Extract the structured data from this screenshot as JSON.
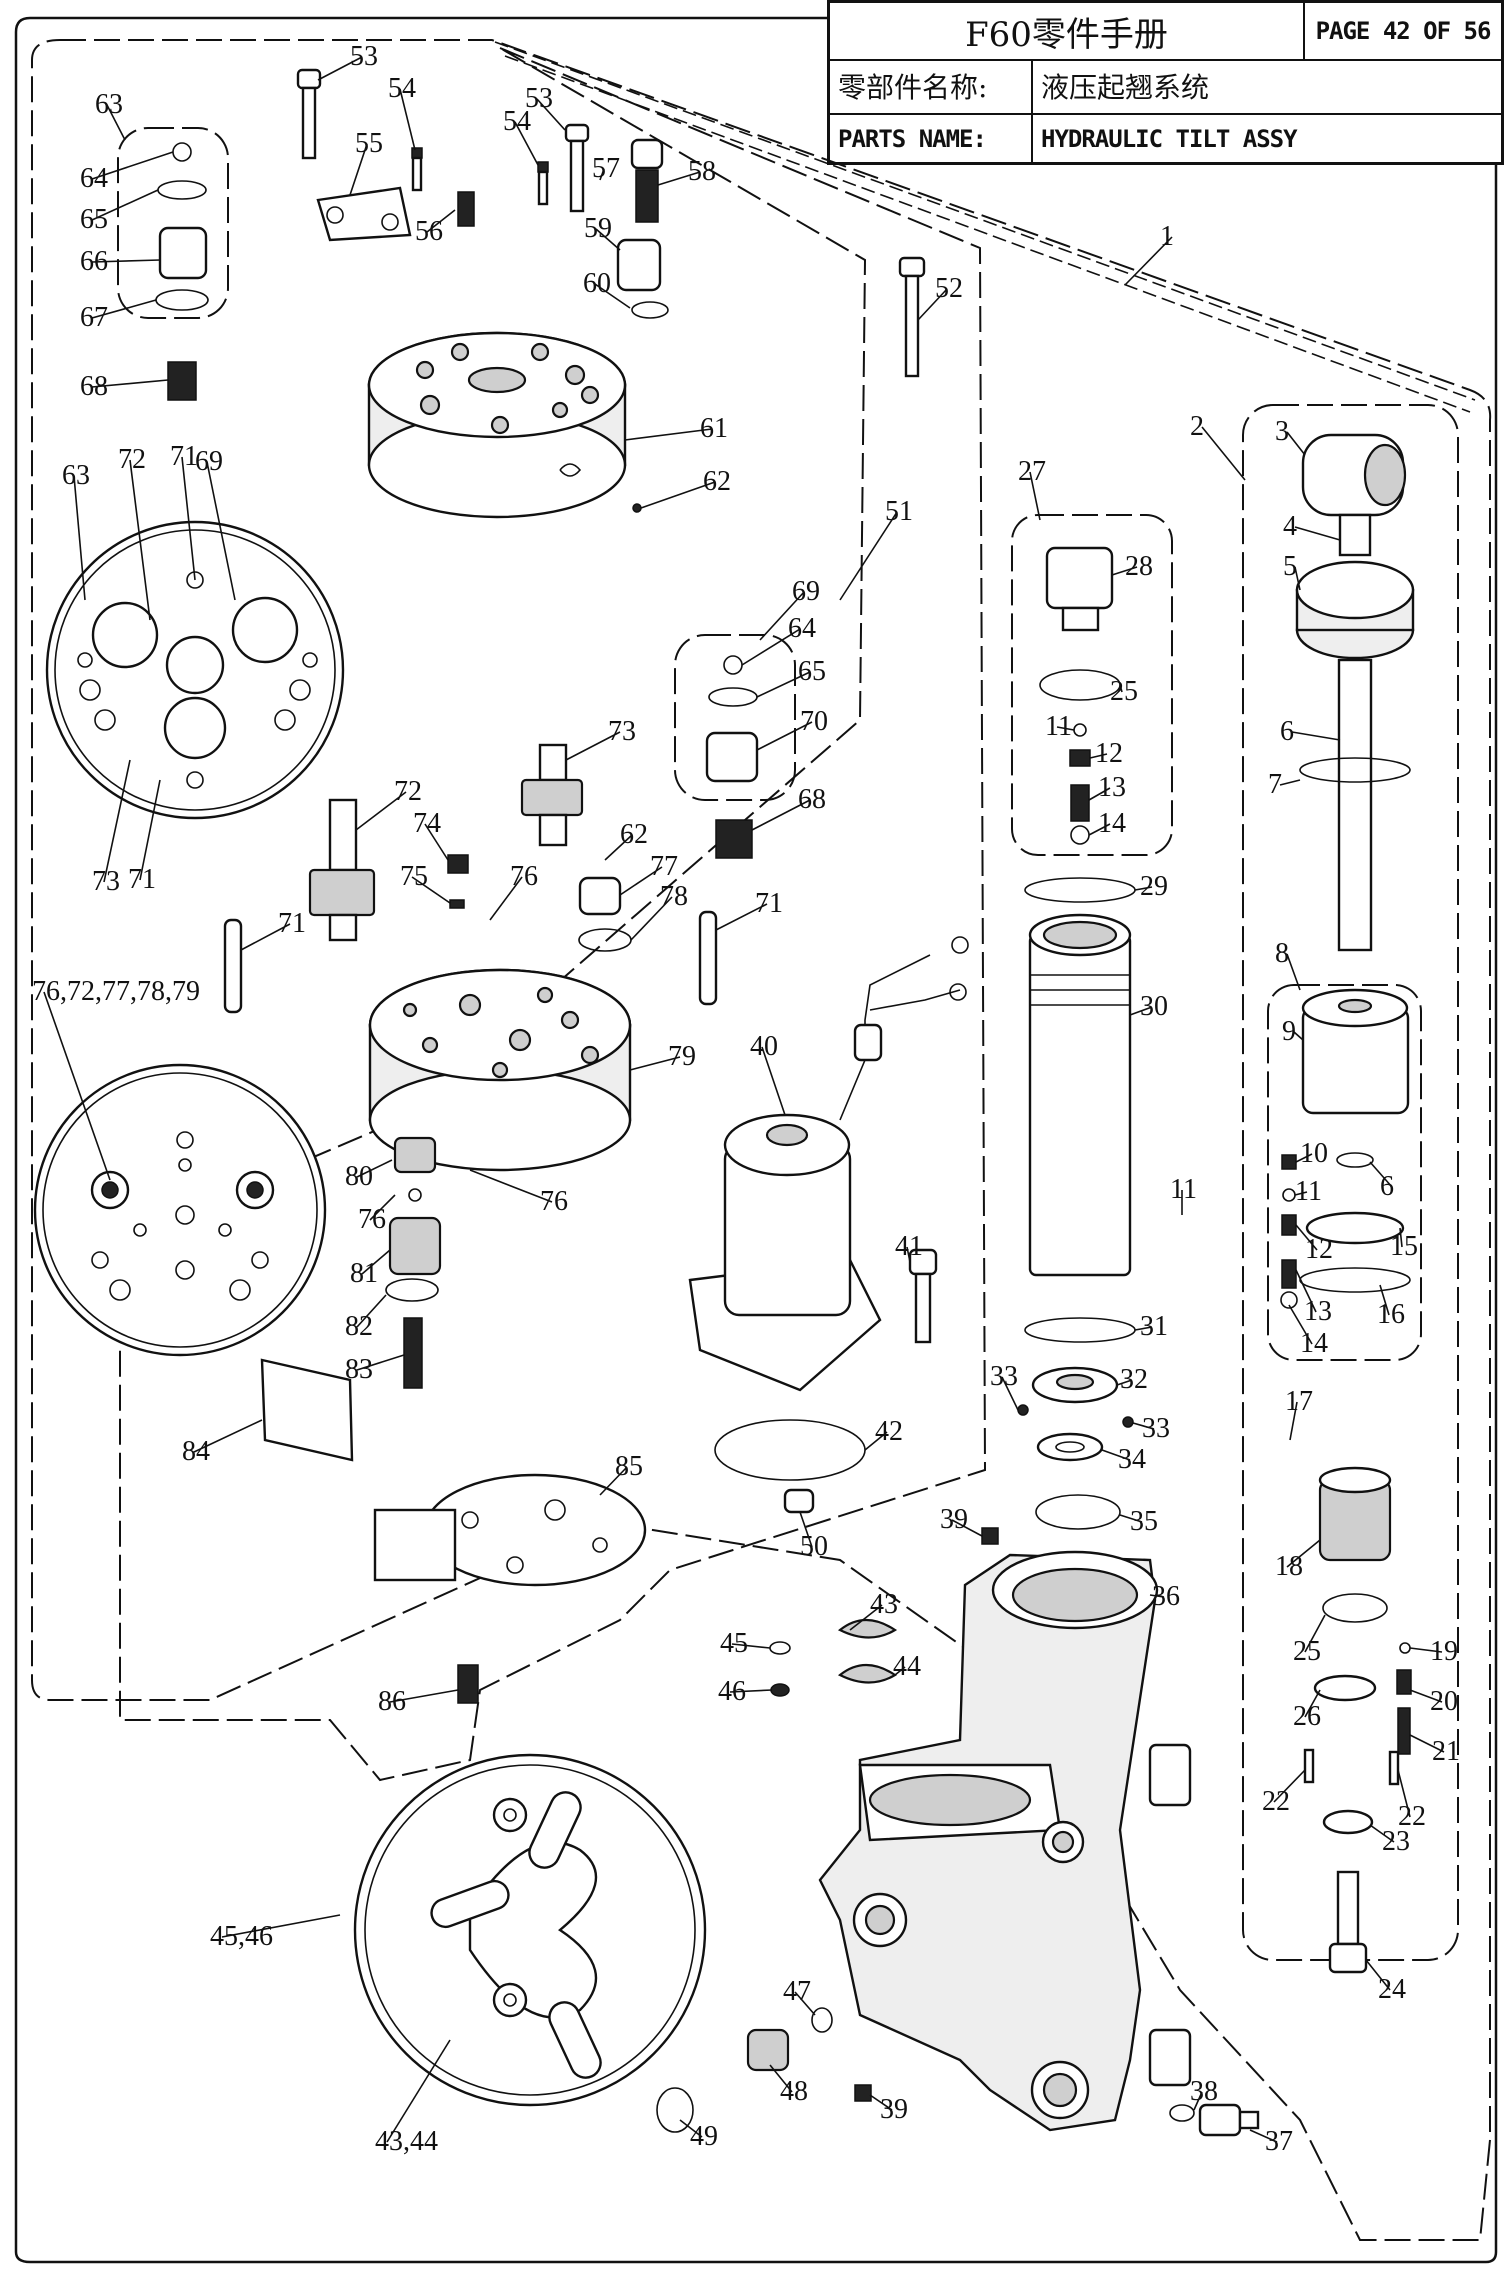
{
  "title_block": {
    "title": "F60零件手册",
    "page": "PAGE 42 OF 56",
    "name_label_cn": "零部件名称:",
    "name_value_cn": "液压起翘系统",
    "name_label_en": "PARTS NAME:",
    "name_value_en": "HYDRAULIC TILT ASSY"
  },
  "callouts": [
    {
      "id": "c1",
      "label": "1"
    },
    {
      "id": "c2",
      "label": "2"
    },
    {
      "id": "c3",
      "label": "3"
    },
    {
      "id": "c4",
      "label": "4"
    },
    {
      "id": "c5",
      "label": "5"
    },
    {
      "id": "c6a",
      "label": "6"
    },
    {
      "id": "c6b",
      "label": "6"
    },
    {
      "id": "c7",
      "label": "7"
    },
    {
      "id": "c8",
      "label": "8"
    },
    {
      "id": "c9",
      "label": "9"
    },
    {
      "id": "c10",
      "label": "10"
    },
    {
      "id": "c11a",
      "label": "11"
    },
    {
      "id": "c11b",
      "label": "11"
    },
    {
      "id": "c11c",
      "label": "11"
    },
    {
      "id": "c12a",
      "label": "12"
    },
    {
      "id": "c12b",
      "label": "12"
    },
    {
      "id": "c13a",
      "label": "13"
    },
    {
      "id": "c13b",
      "label": "13"
    },
    {
      "id": "c14a",
      "label": "14"
    },
    {
      "id": "c14b",
      "label": "14"
    },
    {
      "id": "c15",
      "label": "15"
    },
    {
      "id": "c16",
      "label": "16"
    },
    {
      "id": "c17",
      "label": "17"
    },
    {
      "id": "c18",
      "label": "18"
    },
    {
      "id": "c19",
      "label": "19"
    },
    {
      "id": "c20",
      "label": "20"
    },
    {
      "id": "c21",
      "label": "21"
    },
    {
      "id": "c22a",
      "label": "22"
    },
    {
      "id": "c22b",
      "label": "22"
    },
    {
      "id": "c23",
      "label": "23"
    },
    {
      "id": "c24",
      "label": "24"
    },
    {
      "id": "c25a",
      "label": "25"
    },
    {
      "id": "c25b",
      "label": "25"
    },
    {
      "id": "c26",
      "label": "26"
    },
    {
      "id": "c27",
      "label": "27"
    },
    {
      "id": "c28",
      "label": "28"
    },
    {
      "id": "c29",
      "label": "29"
    },
    {
      "id": "c30",
      "label": "30"
    },
    {
      "id": "c31",
      "label": "31"
    },
    {
      "id": "c32",
      "label": "32"
    },
    {
      "id": "c33a",
      "label": "33"
    },
    {
      "id": "c33b",
      "label": "33"
    },
    {
      "id": "c34",
      "label": "34"
    },
    {
      "id": "c35",
      "label": "35"
    },
    {
      "id": "c36",
      "label": "36"
    },
    {
      "id": "c37",
      "label": "37"
    },
    {
      "id": "c38",
      "label": "38"
    },
    {
      "id": "c39a",
      "label": "39"
    },
    {
      "id": "c39b",
      "label": "39"
    },
    {
      "id": "c40",
      "label": "40"
    },
    {
      "id": "c41",
      "label": "41"
    },
    {
      "id": "c42",
      "label": "42"
    },
    {
      "id": "c43",
      "label": "43"
    },
    {
      "id": "c44",
      "label": "44"
    },
    {
      "id": "c45",
      "label": "45"
    },
    {
      "id": "c46",
      "label": "46"
    },
    {
      "id": "c47",
      "label": "47"
    },
    {
      "id": "c48",
      "label": "48"
    },
    {
      "id": "c49",
      "label": "49"
    },
    {
      "id": "c50",
      "label": "50"
    },
    {
      "id": "c51",
      "label": "51"
    },
    {
      "id": "c52",
      "label": "52"
    },
    {
      "id": "c53a",
      "label": "53"
    },
    {
      "id": "c53b",
      "label": "53"
    },
    {
      "id": "c54a",
      "label": "54"
    },
    {
      "id": "c54b",
      "label": "54"
    },
    {
      "id": "c55",
      "label": "55"
    },
    {
      "id": "c56",
      "label": "56"
    },
    {
      "id": "c57",
      "label": "57"
    },
    {
      "id": "c58",
      "label": "58"
    },
    {
      "id": "c59",
      "label": "59"
    },
    {
      "id": "c60",
      "label": "60"
    },
    {
      "id": "c61",
      "label": "61"
    },
    {
      "id": "c62a",
      "label": "62"
    },
    {
      "id": "c62b",
      "label": "62"
    },
    {
      "id": "c63a",
      "label": "63"
    },
    {
      "id": "c63b",
      "label": "63"
    },
    {
      "id": "c64a",
      "label": "64"
    },
    {
      "id": "c64b",
      "label": "64"
    },
    {
      "id": "c65a",
      "label": "65"
    },
    {
      "id": "c65b",
      "label": "65"
    },
    {
      "id": "c66",
      "label": "66"
    },
    {
      "id": "c67",
      "label": "67"
    },
    {
      "id": "c68a",
      "label": "68"
    },
    {
      "id": "c68b",
      "label": "68"
    },
    {
      "id": "c69a",
      "label": "69"
    },
    {
      "id": "c69b",
      "label": "69"
    },
    {
      "id": "c70",
      "label": "70"
    },
    {
      "id": "c71a",
      "label": "71"
    },
    {
      "id": "c71b",
      "label": "71"
    },
    {
      "id": "c71c",
      "label": "71"
    },
    {
      "id": "c71d",
      "label": "71"
    },
    {
      "id": "c72a",
      "label": "72"
    },
    {
      "id": "c72b",
      "label": "72"
    },
    {
      "id": "c73a",
      "label": "73"
    },
    {
      "id": "c73b",
      "label": "73"
    },
    {
      "id": "c74",
      "label": "74"
    },
    {
      "id": "c75",
      "label": "75"
    },
    {
      "id": "c76a",
      "label": "76"
    },
    {
      "id": "c76b",
      "label": "76"
    },
    {
      "id": "c76c",
      "label": "76"
    },
    {
      "id": "c77",
      "label": "77"
    },
    {
      "id": "c78",
      "label": "78"
    },
    {
      "id": "c79",
      "label": "79"
    },
    {
      "id": "c80",
      "label": "80"
    },
    {
      "id": "c81",
      "label": "81"
    },
    {
      "id": "c82",
      "label": "82"
    },
    {
      "id": "c83",
      "label": "83"
    },
    {
      "id": "c84",
      "label": "84"
    },
    {
      "id": "c85",
      "label": "85"
    },
    {
      "id": "c86",
      "label": "86"
    },
    {
      "id": "cgrp1",
      "label": "76,72,77,78,79"
    },
    {
      "id": "cgrp2",
      "label": "45,46"
    },
    {
      "id": "cgrp3",
      "label": "43,44"
    }
  ]
}
